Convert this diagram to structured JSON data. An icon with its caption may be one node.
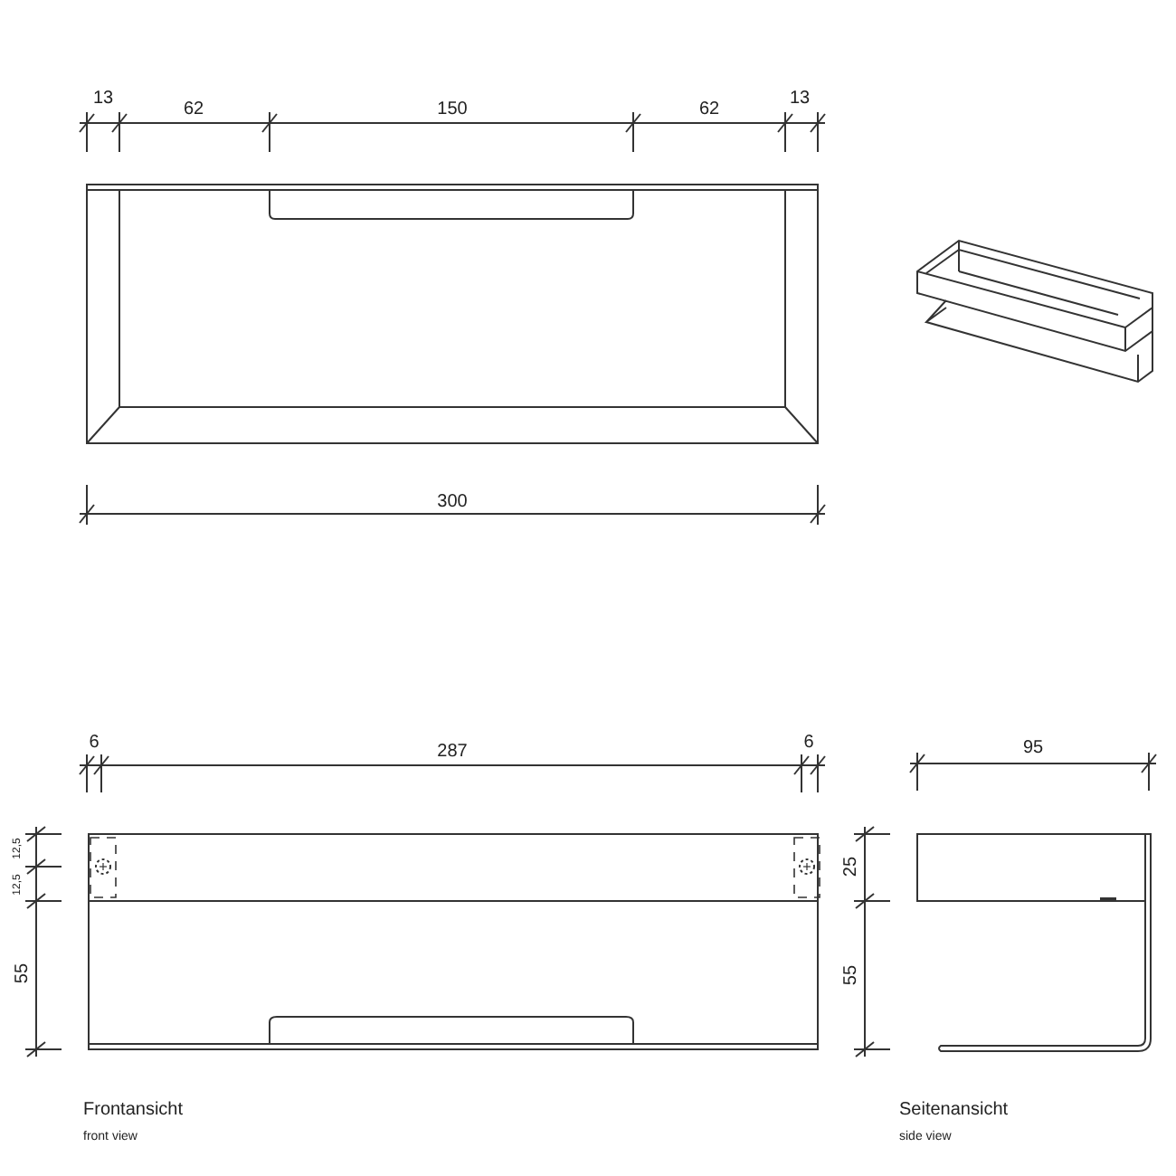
{
  "diagram": {
    "labels": [
      "13",
      "62",
      "150",
      "62",
      "13",
      "300",
      "6",
      "287",
      "6",
      "95",
      "12,5",
      "12,5",
      "55",
      "25",
      "55",
      "Frontansicht",
      "front view",
      "Seitenansicht",
      "side view"
    ]
  }
}
